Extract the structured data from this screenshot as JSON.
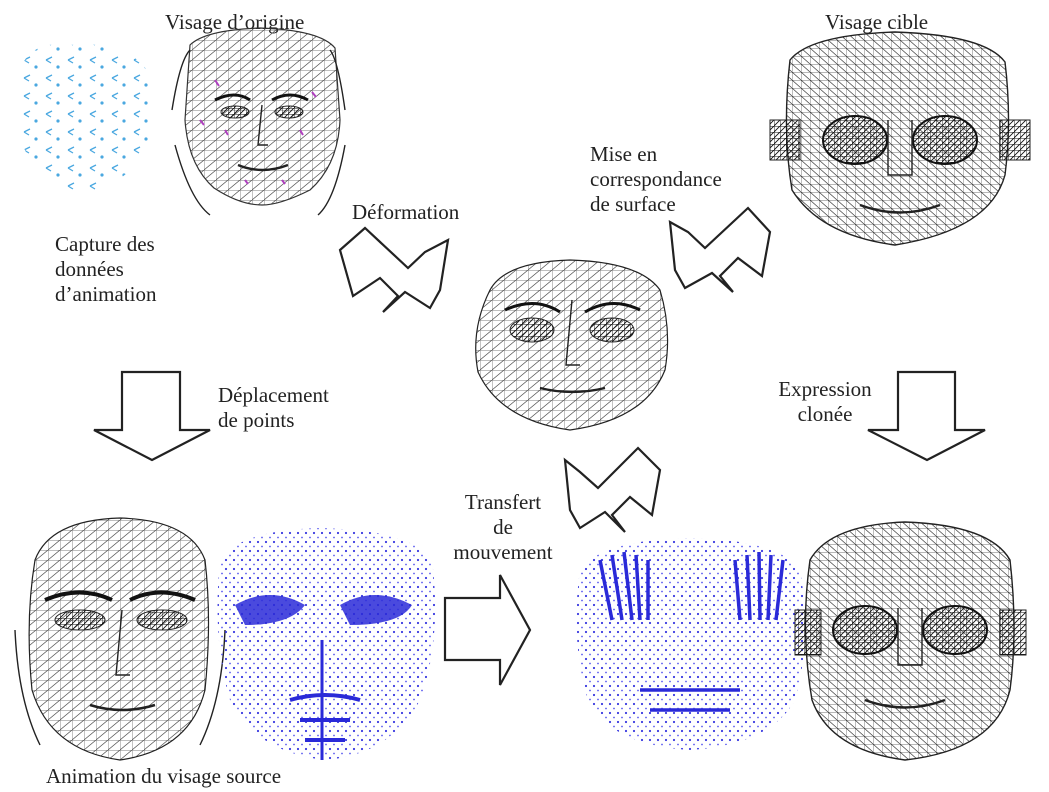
{
  "labels": {
    "original_face": "Visage d’origine",
    "target_face": "Visage cible",
    "surface_matching": [
      "Mise en",
      "correspondance",
      "de surface"
    ],
    "deformation": "Déformation",
    "capture": [
      "Capture des",
      "données",
      "d’animation"
    ],
    "point_displacement": [
      "Déplacement",
      "de points"
    ],
    "cloned_expression": [
      "Expression",
      "clonée"
    ],
    "motion_transfer": [
      "Transfert",
      "de",
      "mouvement"
    ],
    "source_animation": "Animation du visage source"
  },
  "colors": {
    "wire": "#333333",
    "motion_blue": "#2a2ad8",
    "marker_cyan": "#4aa8e0",
    "marker_magenta": "#b040c0"
  },
  "icons": [
    "wireframe-face",
    "motion-vector-field",
    "hollow-arrow"
  ]
}
